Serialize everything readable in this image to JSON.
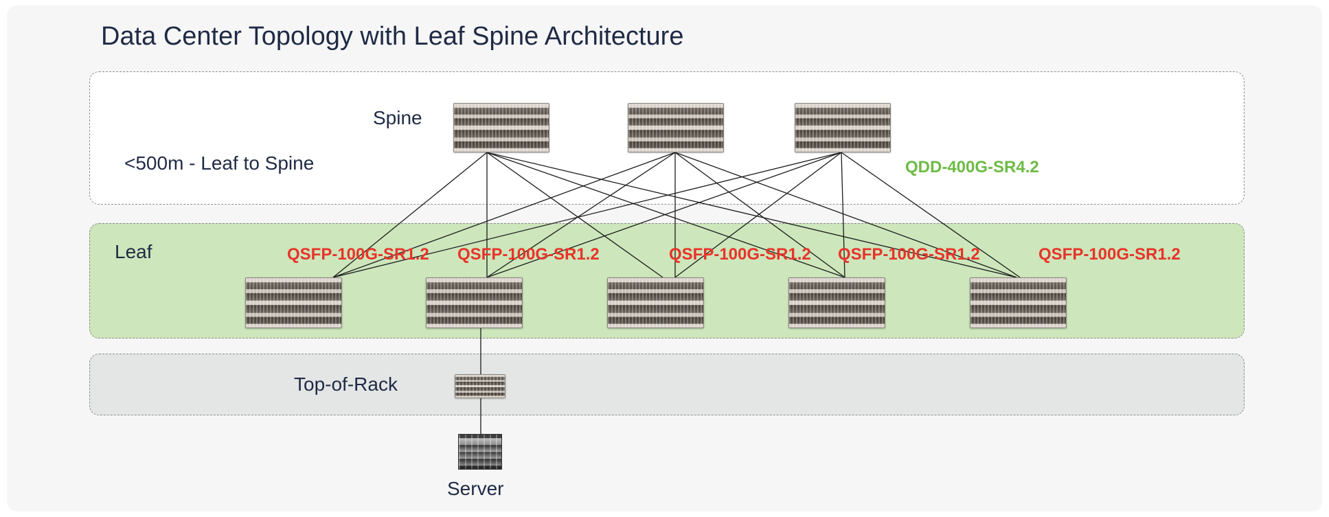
{
  "title": "Data Center Topology with Leaf Spine Architecture",
  "tiers": {
    "spine_label": "Spine",
    "spine_distance": "<500m - Leaf to Spine",
    "leaf_label": "Leaf",
    "tor_label": "Top-of-Rack",
    "server_label": "Server"
  },
  "optics": {
    "spine_optic": "QDD-400G-SR4.2",
    "leaf_optics": [
      "QSFP-100G-SR1.2",
      "QSFP-100G-SR1.2",
      "QSFP-100G-SR1.2",
      "QSFP-100G-SR1.2",
      "QSFP-100G-SR1.2"
    ]
  },
  "colors": {
    "spine_optic": "#6dbb45",
    "leaf_optic": "#e8332a",
    "leaf_zone": "#cde6bb",
    "tor_zone": "#e4e6e6"
  },
  "icons": {
    "spine_switch": "switch-chassis-icon",
    "leaf_switch": "switch-chassis-icon",
    "tor_switch": "switch-icon",
    "server": "server-icon"
  }
}
